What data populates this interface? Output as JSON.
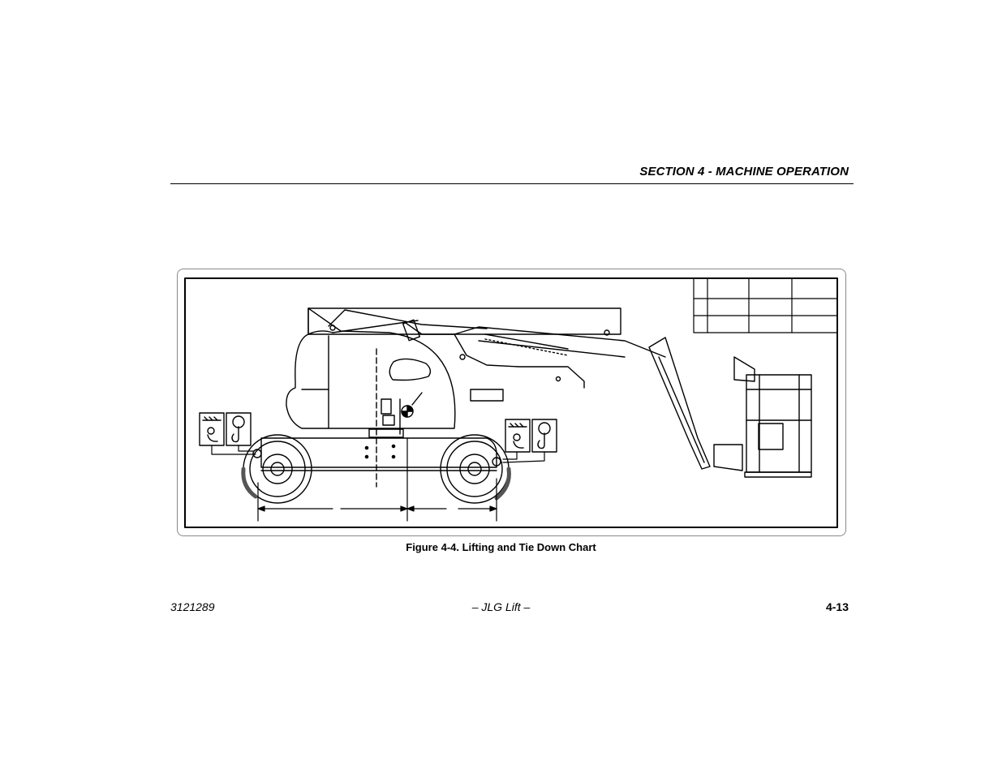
{
  "header": {
    "section_title": "SECTION 4 - MACHINE OPERATION"
  },
  "figure": {
    "caption": "Figure 4-4. Lifting and Tie Down Chart",
    "icons": [
      "tie-down-symbol-icon",
      "lifting-hook-symbol-icon"
    ]
  },
  "footer": {
    "doc_number": "3121289",
    "brand": "– JLG Lift –",
    "page_number": "4-13"
  }
}
